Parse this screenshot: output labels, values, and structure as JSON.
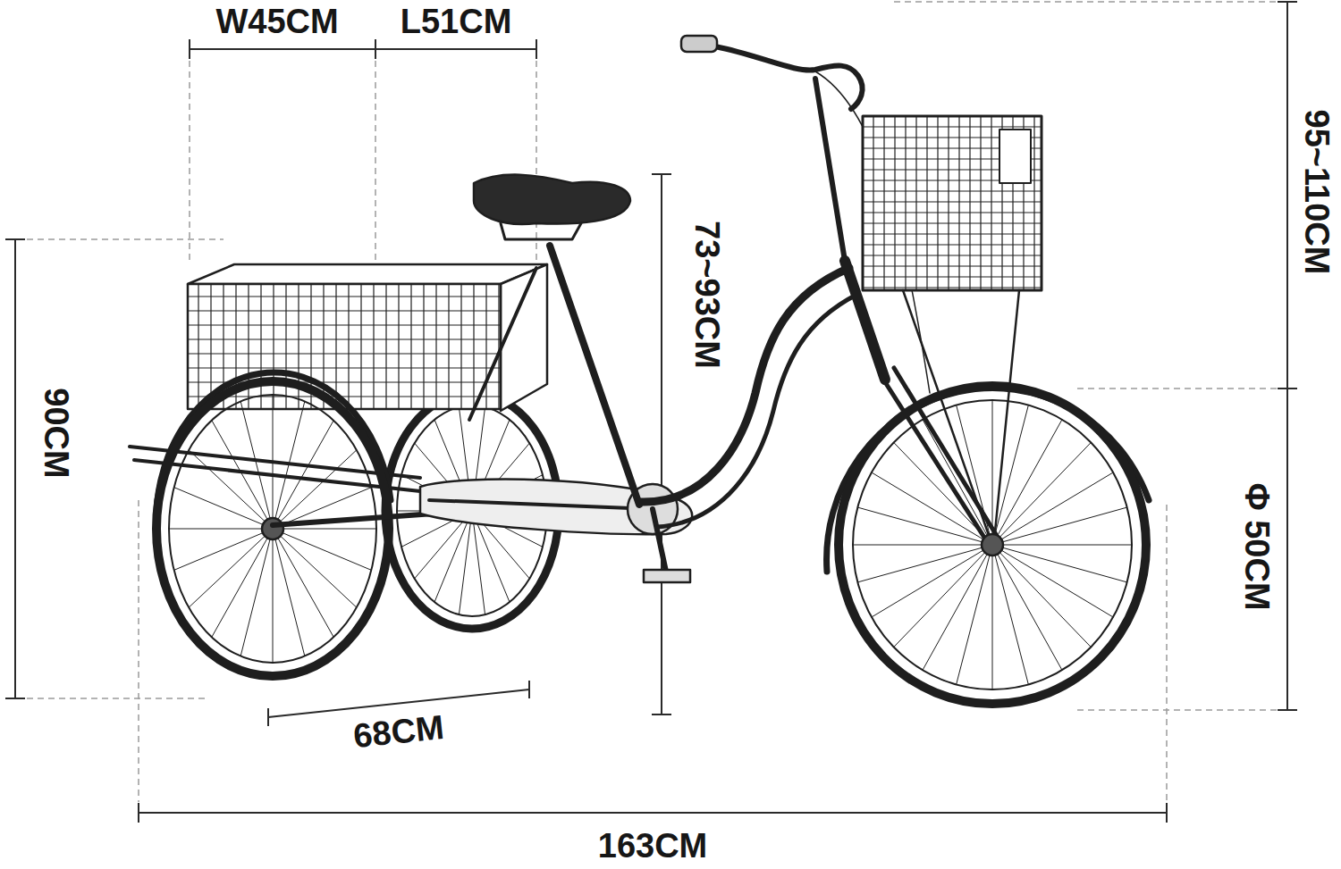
{
  "diagram": {
    "labels": [
      "W45CM",
      "L51CM",
      "73~93CM",
      "95~110CM",
      "90CM",
      "Φ 50CM",
      "68CM",
      "163CM"
    ]
  }
}
